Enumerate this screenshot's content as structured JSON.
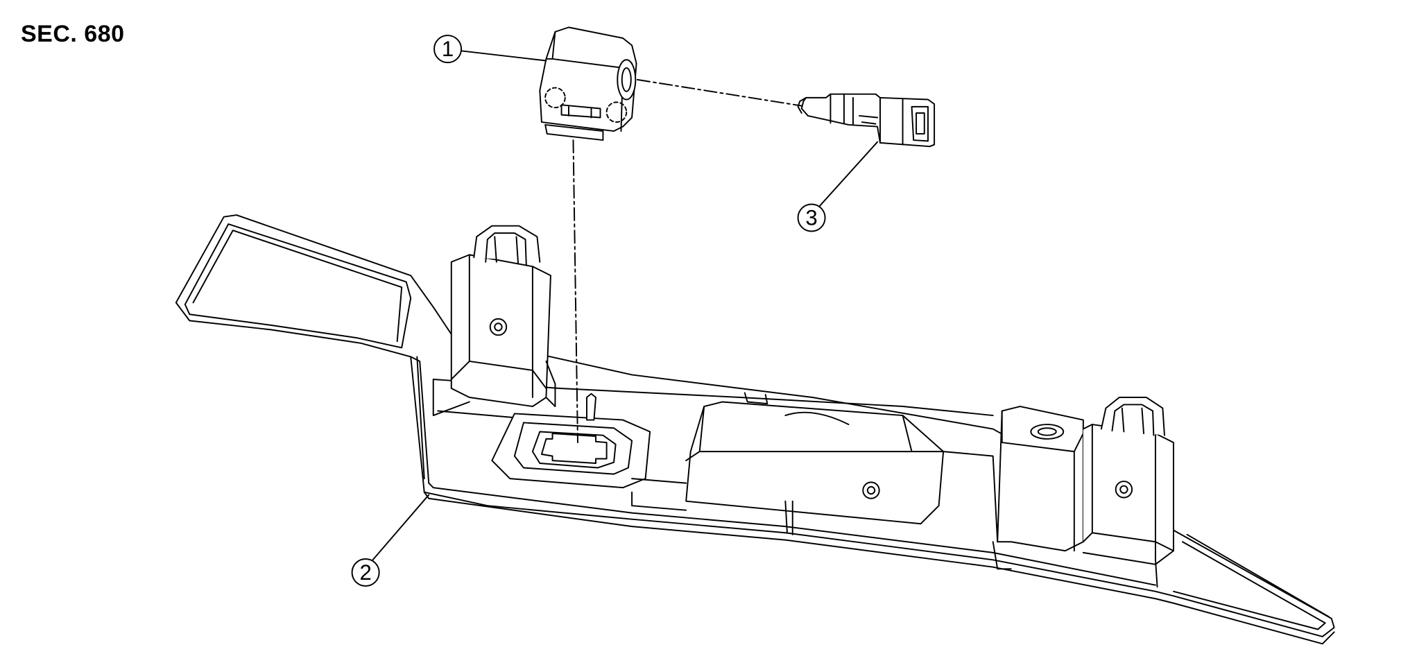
{
  "section_label": "SEC. 680",
  "callouts": [
    {
      "number": "1"
    },
    {
      "number": "2"
    },
    {
      "number": "3"
    }
  ],
  "colors": {
    "line": "#000000",
    "fill": "#ffffff",
    "background": "#ffffff"
  }
}
